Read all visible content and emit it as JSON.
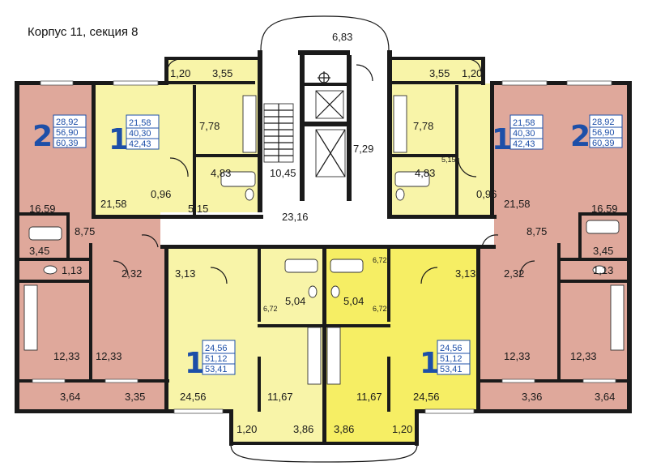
{
  "title": "Корпус 11, секция 8",
  "rooms": {
    "loggia_top_mid": "6,83",
    "corridor_top": "7,29",
    "stair": "10,45",
    "hall_main": "23,16",
    "tl_bal_a": "1,20",
    "tl_bal_b": "3,55",
    "tr_bal_a": "3,55",
    "tr_bal_b": "1,20",
    "tl_kitchen": "7,78",
    "tl_bath": "4,83",
    "tl_room": "21,58",
    "tl_wc": "0,96",
    "tl_hall": "5,15",
    "tr_kitchen": "7,78",
    "tr_bath": "4,83",
    "tr_hall_small": "5,15",
    "tr_room": "21,58",
    "tr_wc": "0,96",
    "l_room_big": "16,59",
    "l_hall": "8,75",
    "l_bath": "3,45",
    "l_wc": "1,13",
    "l_corr": "2,32",
    "l_room1": "12,33",
    "l_room2": "12,33",
    "l_bal1": "3,64",
    "l_bal2": "3,35",
    "r_room_big": "16,59",
    "r_hall": "8,75",
    "r_bath": "3,45",
    "r_wc": "1,13",
    "r_corr": "2,32",
    "r_room1": "12,33",
    "r_room2": "12,33",
    "r_bal1": "3,36",
    "r_bal2": "3,64",
    "bl_hall": "3,13",
    "bl_bath": "5,04",
    "bl_wc": "6,72",
    "bl_room": "24,56",
    "bl_kitchen": "11,67",
    "bl_bal_a": "1,20",
    "bl_bal_b": "3,86",
    "br_hall": "3,13",
    "br_bath": "5,04",
    "br_wc_a": "6,72",
    "br_wc_b": "6,72",
    "br_room": "24,56",
    "br_kitchen": "11,67",
    "br_bal_a": "3,86",
    "br_bal_b": "1,20"
  },
  "badges": {
    "left2": {
      "rooms": "2",
      "living": "28,92",
      "total": "56,90",
      "with_balcony": "60,39"
    },
    "tl1": {
      "rooms": "1",
      "living": "21,58",
      "total": "40,30",
      "with_balcony": "42,43"
    },
    "tr1": {
      "rooms": "1",
      "living": "21,58",
      "total": "40,30",
      "with_balcony": "42,43"
    },
    "right2": {
      "rooms": "2",
      "living": "28,92",
      "total": "56,90",
      "with_balcony": "60,39"
    },
    "bl1": {
      "rooms": "1",
      "living": "24,56",
      "total": "51,12",
      "with_balcony": "53,41"
    },
    "br1": {
      "rooms": "1",
      "living": "24,56",
      "total": "51,12",
      "with_balcony": "53,41"
    }
  },
  "colors": {
    "one_room": "#f8f4a8",
    "one_room_bright": "#f6ee64",
    "two_room": "#dfa89b",
    "common": "#ffffff",
    "wall": "#1a1a1a",
    "badge": "#1d4fa8"
  }
}
